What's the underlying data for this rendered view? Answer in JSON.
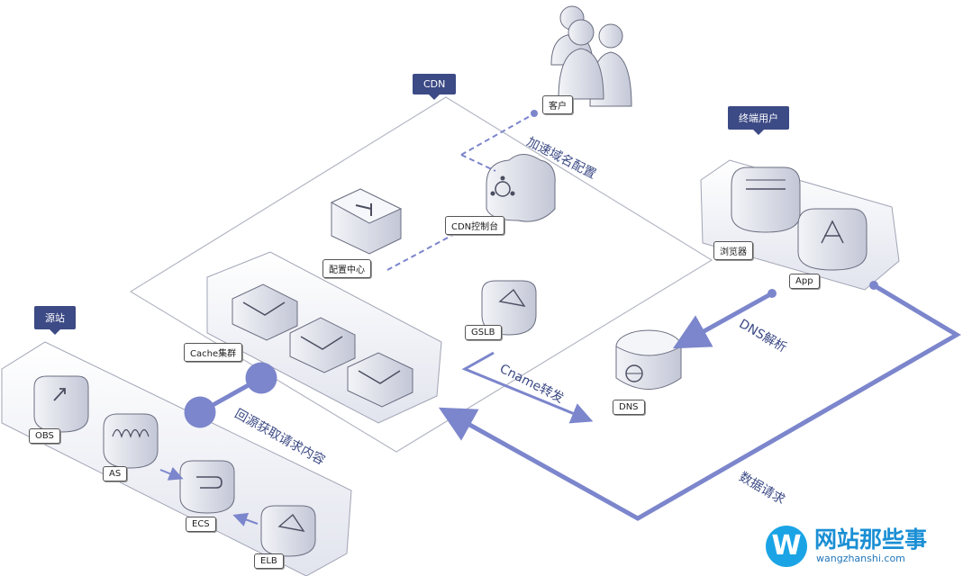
{
  "groups": {
    "cdn": "CDN",
    "end_users": "终端用户",
    "origin": "源站"
  },
  "nodes": {
    "customer": "客户",
    "cdn_console": "CDN控制台",
    "config_center": "配置中心",
    "cache_cluster": "Cache集群",
    "gslb": "GSLB",
    "browser": "浏览器",
    "app": "App",
    "dns": "DNS",
    "obs": "OBS",
    "as": "AS",
    "ecs": "ECS",
    "elb": "ELB"
  },
  "flows": {
    "domain_config": "加速域名配置",
    "dns_resolution": "DNS解析",
    "cname_forward": "Cname转发",
    "back_to_origin": "回源获取请求内容",
    "data_request": "数据请求"
  },
  "watermark": {
    "logo_letter": "W",
    "title": "网站那些事",
    "url": "wangzhanshi.com"
  },
  "colors": {
    "accent": "#3c4a85",
    "flow_line": "#7c86cc",
    "device_top": "#f4f5f8",
    "device_side": "#c9ccd8",
    "logo": "#1aa4e6"
  }
}
